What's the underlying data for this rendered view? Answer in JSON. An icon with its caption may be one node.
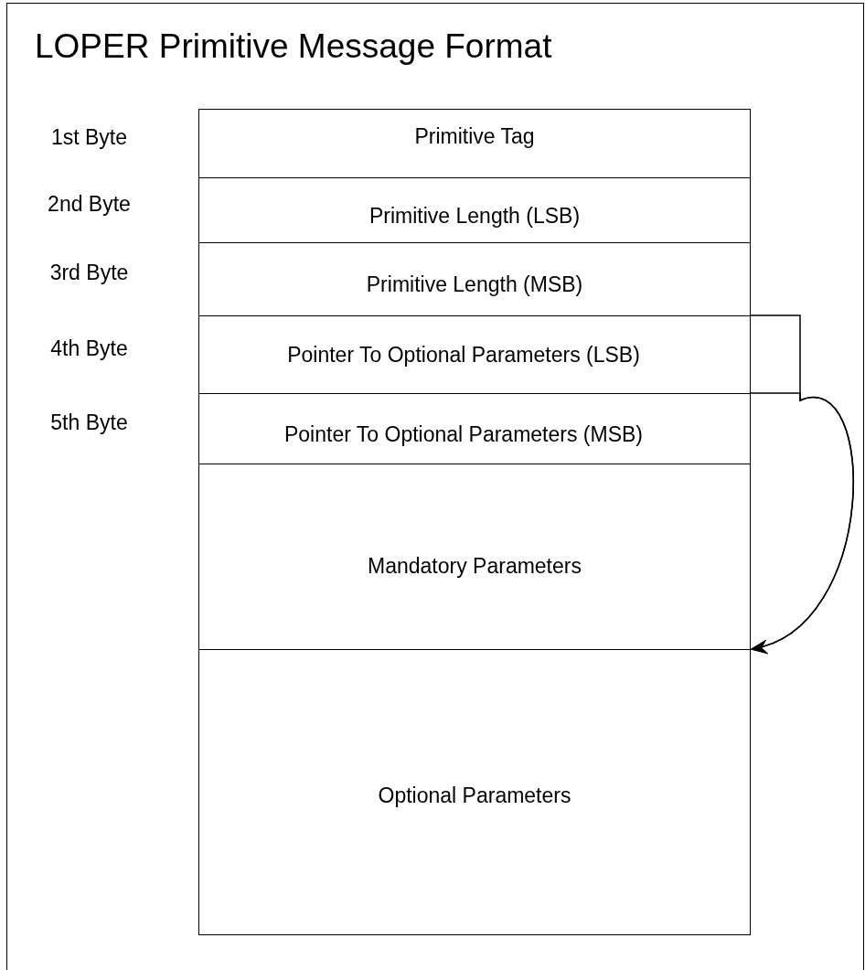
{
  "diagram": {
    "title": "LOPER Primitive Message Format",
    "nodes": [
      {
        "text": [
          "Primitive Tag"
        ],
        "beside": [
          "1st Byte"
        ]
      },
      {
        "text": [
          "Primitive Length (LSB)"
        ],
        "beside": [
          "2nd Byte"
        ]
      },
      {
        "text": [
          "Primitive Length (MSB)"
        ],
        "beside": [
          "3rd Byte"
        ]
      },
      {
        "text": [
          "Pointer To Optional Parameters (LSB)"
        ],
        "beside": [
          "4th Byte"
        ]
      },
      {
        "text": [
          "Pointer To Optional Parameters (MSB)"
        ],
        "beside": [
          "5th Byte"
        ]
      },
      {
        "text": [
          "Mandatory Parameters"
        ]
      },
      {
        "text": [
          "Optional Parameters"
        ]
      }
    ],
    "edges": [
      {
        "from": 3,
        "to": 6,
        "arrow": "to"
      },
      {
        "from": 4,
        "to": 6,
        "arrow": "to"
      }
    ]
  }
}
